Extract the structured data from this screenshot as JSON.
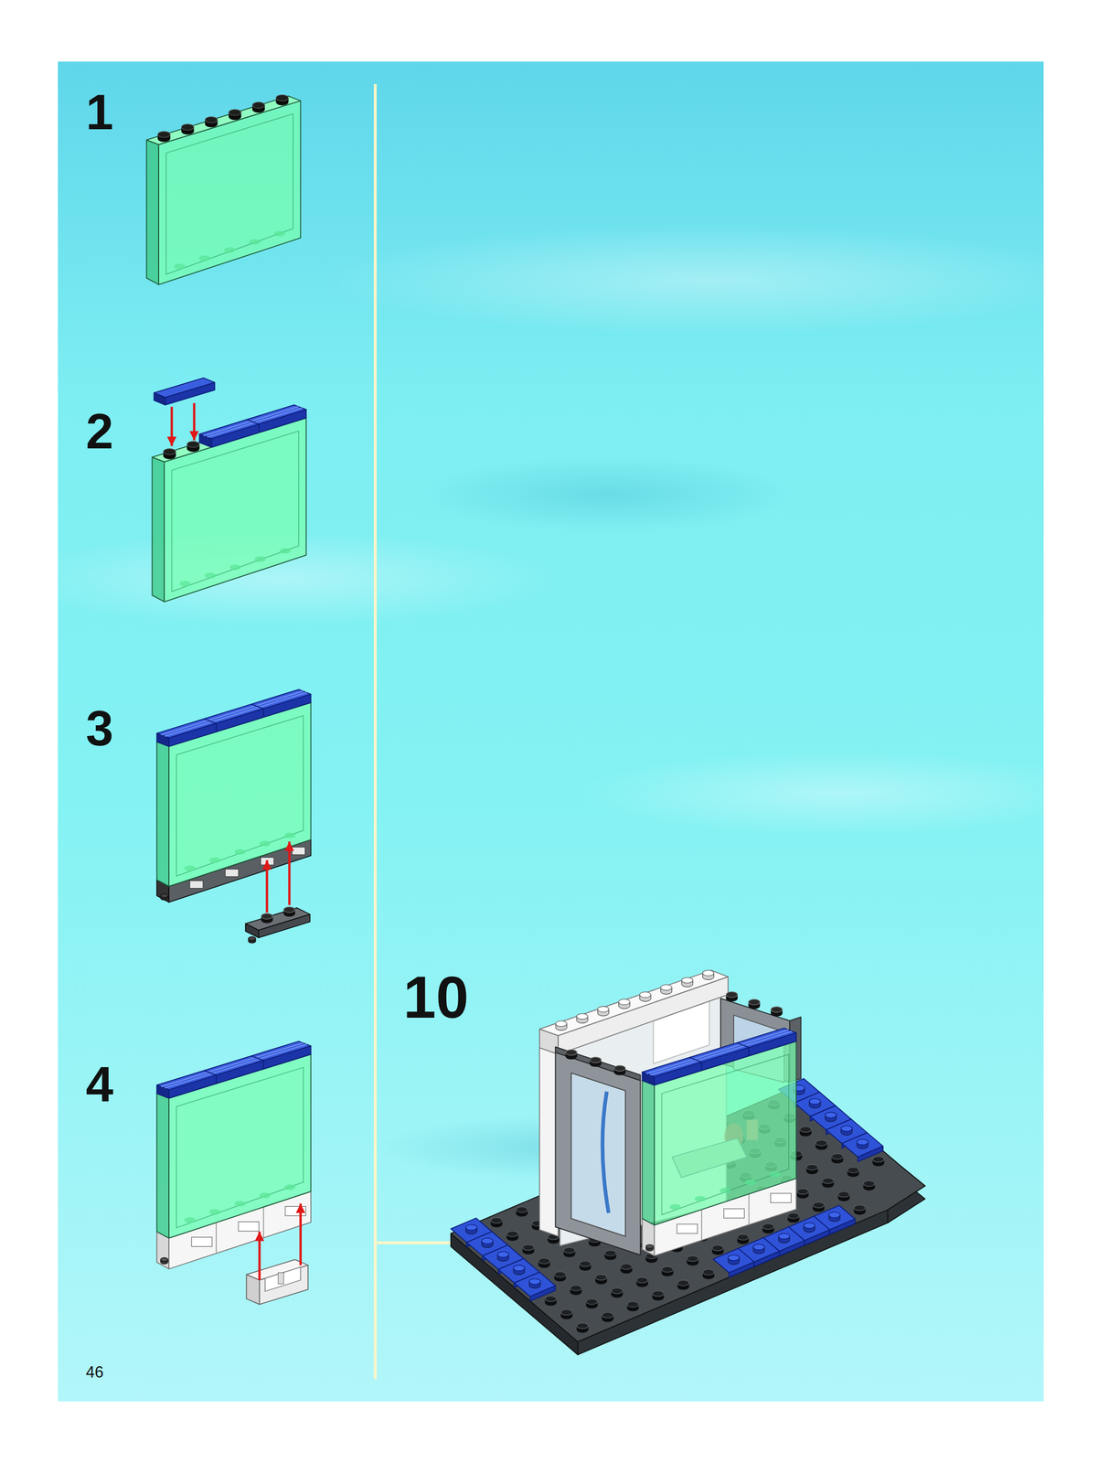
{
  "diagram": {
    "labels": [
      "1",
      "2",
      "3",
      "4",
      "10",
      "46"
    ]
  }
}
